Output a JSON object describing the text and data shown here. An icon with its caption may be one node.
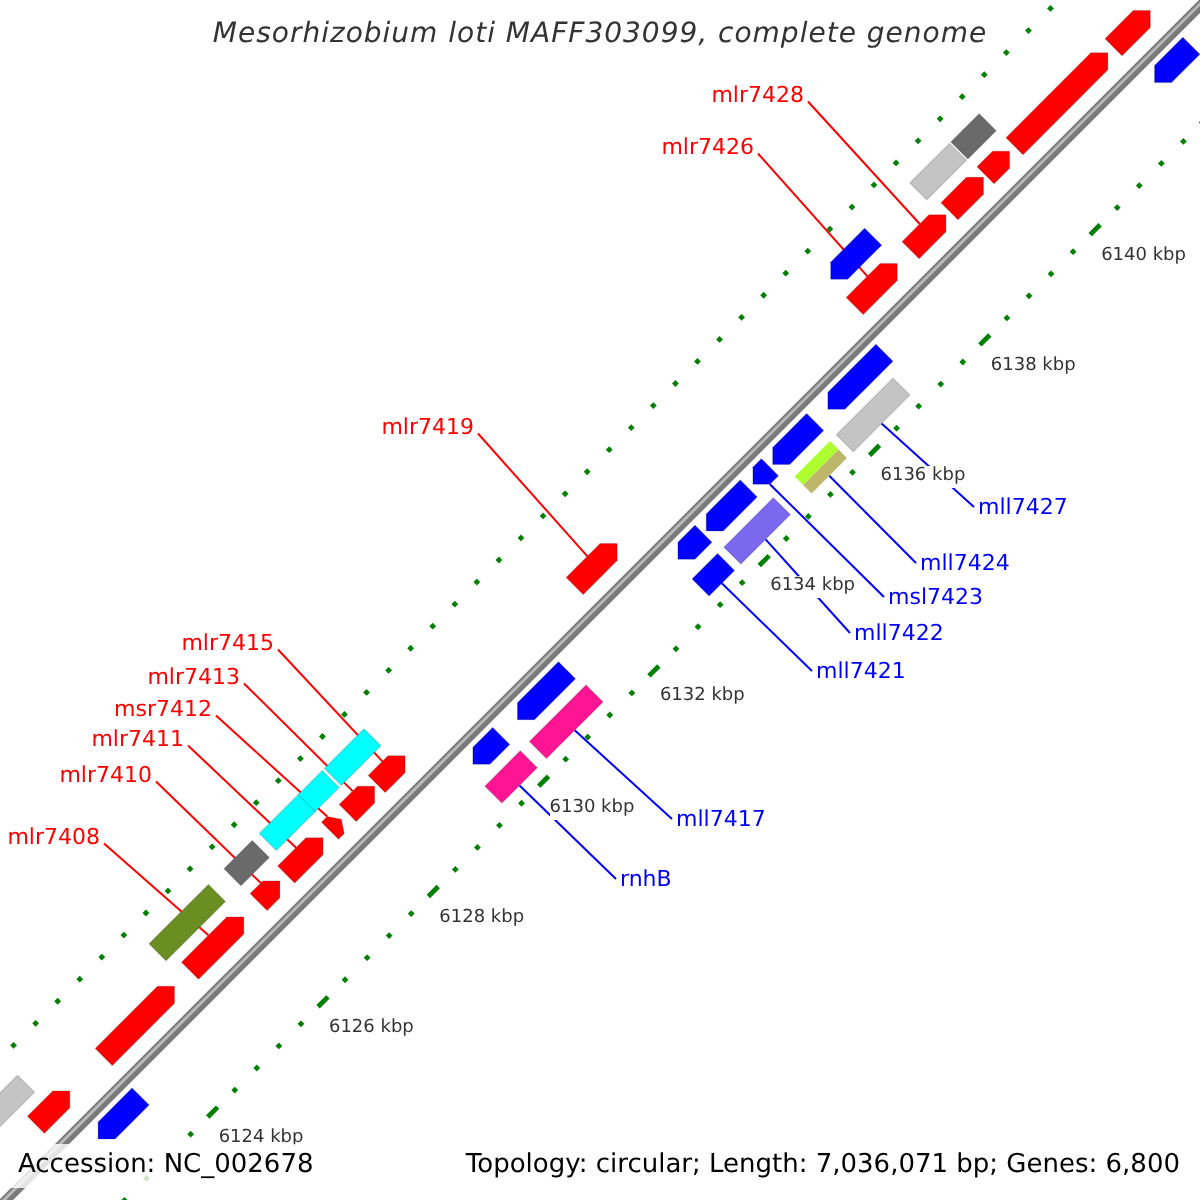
{
  "diagram": {
    "title": "Mesorhizobium loti MAFF303099, complete genome",
    "nodes": [
      {
        "text": [
          "mlr7428"
        ]
      },
      {
        "text": [
          "mlr7426"
        ]
      },
      {
        "text": [
          "mlr7419"
        ]
      },
      {
        "text": [
          "mll7427"
        ]
      },
      {
        "text": [
          "mll7424"
        ]
      },
      {
        "text": [
          "msl7423"
        ]
      },
      {
        "text": [
          "mll7422"
        ]
      },
      {
        "text": [
          "mlr7415"
        ]
      },
      {
        "text": [
          "mll7421"
        ]
      },
      {
        "text": [
          "mlr7413"
        ]
      },
      {
        "text": [
          "msr7412"
        ]
      },
      {
        "text": [
          "mlr7411"
        ]
      },
      {
        "text": [
          "mlr7410"
        ]
      },
      {
        "text": [
          "mll7417"
        ]
      },
      {
        "text": [
          "mlr7408"
        ]
      },
      {
        "text": [
          "rnhB"
        ]
      },
      {
        "text": [],
        "shape": "box"
      },
      {
        "text": [],
        "shape": "arrow"
      },
      {
        "text": [],
        "shape": "arrow"
      },
      {
        "text": [],
        "shape": "arrow"
      },
      {
        "text": [],
        "shape": "box"
      },
      {
        "text": [],
        "shape": "arrow"
      },
      {
        "text": [],
        "shape": "box"
      },
      {
        "text": [],
        "shape": "arrow"
      },
      {
        "text": [],
        "shape": "box"
      },
      {
        "text": [],
        "shape": "arrow"
      },
      {
        "text": [],
        "shape": "box"
      },
      {
        "text": [],
        "shape": "arrow"
      },
      {
        "text": [],
        "shape": "box"
      },
      {
        "text": [],
        "shape": "arrow"
      },
      {
        "text": [],
        "shape": "arrow"
      },
      {
        "text": [],
        "shape": "arrow"
      },
      {
        "text": [],
        "shape": "box"
      },
      {
        "text": [],
        "shape": "arrow"
      },
      {
        "text": [],
        "shape": "box"
      },
      {
        "text": [],
        "shape": "arrow"
      },
      {
        "text": [],
        "shape": "arrow"
      },
      {
        "text": [],
        "shape": "box"
      },
      {
        "text": [],
        "shape": "arrow"
      },
      {
        "text": [],
        "shape": "box"
      },
      {
        "text": [],
        "shape": "arrow"
      },
      {
        "text": [],
        "shape": "arrow"
      },
      {
        "text": [],
        "shape": "box"
      },
      {
        "text": [],
        "shape": "arrow"
      },
      {
        "text": [],
        "shape": "arrow"
      },
      {
        "text": [],
        "shape": "box"
      },
      {
        "text": [],
        "shape": "arrow"
      },
      {
        "text": [],
        "shape": "arrow"
      },
      {
        "text": [],
        "shape": "box"
      },
      {
        "text": [],
        "shape": "arrow"
      },
      {
        "text": [],
        "shape": "box"
      },
      {
        "text": [],
        "shape": "arrow"
      },
      {
        "text": [],
        "shape": "arrow"
      },
      {
        "text": [],
        "shape": "arrow"
      },
      {
        "text": [],
        "shape": "arrow"
      }
    ],
    "edges": [
      {
        "from": 0,
        "to": 47,
        "arrow": "none"
      },
      {
        "from": 1,
        "to": 46,
        "arrow": "none"
      },
      {
        "from": 2,
        "to": 35,
        "arrow": "none"
      },
      {
        "from": 3,
        "to": 45,
        "arrow": "none",
        "color": "#0000ff"
      },
      {
        "from": 4,
        "to": 42,
        "arrow": "none",
        "color": "#0000ff"
      },
      {
        "from": 5,
        "to": 40,
        "arrow": "none",
        "color": "#0000ff"
      },
      {
        "from": 6,
        "to": 39,
        "arrow": "none",
        "color": "#0000ff"
      },
      {
        "from": 7,
        "to": 30,
        "arrow": "none"
      },
      {
        "from": 8,
        "to": 37,
        "arrow": "none",
        "color": "#0000ff"
      },
      {
        "from": 9,
        "to": 29,
        "arrow": "none"
      },
      {
        "from": 10,
        "to": 27,
        "arrow": "none"
      },
      {
        "from": 11,
        "to": 25,
        "arrow": "none"
      },
      {
        "from": 12,
        "to": 23,
        "arrow": "none"
      },
      {
        "from": 13,
        "to": 34,
        "arrow": "none",
        "color": "#0000ff"
      },
      {
        "from": 14,
        "to": 21,
        "arrow": "none"
      },
      {
        "from": 15,
        "to": 32,
        "arrow": "none",
        "color": "#0000ff"
      }
    ],
    "labels": [
      "6140 kbp",
      "6138 kbp",
      "6136 kbp",
      "6134 kbp",
      "6132 kbp",
      "6130 kbp",
      "6128 kbp",
      "6126 kbp",
      "6124 kbp",
      "Accession: NC_002678",
      "Topology: circular; Length: 7,036,071 bp; Genes: 6,800"
    ]
  }
}
